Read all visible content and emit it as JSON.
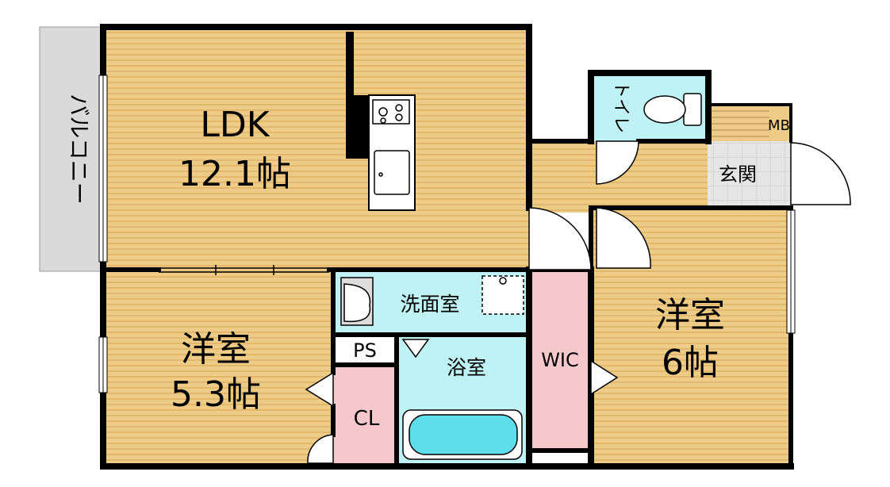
{
  "rooms": {
    "ldk": {
      "name": "LDK",
      "size": "12.1帖"
    },
    "western_left": {
      "name": "洋室",
      "size": "5.3帖"
    },
    "western_right": {
      "name": "洋室",
      "size": "6帖"
    },
    "washroom": {
      "name": "洗面室"
    },
    "bathroom": {
      "name": "浴室"
    },
    "wic": {
      "name": "WIC"
    },
    "ps": {
      "name": "PS"
    },
    "closet": {
      "name": "CL"
    },
    "toilet": {
      "name": "トイレ"
    },
    "entrance": {
      "name": "玄関"
    },
    "mb": {
      "name": "MB"
    },
    "balcony": {
      "name": "バルコニー"
    }
  },
  "colors": {
    "wood_floor": "#EECB86",
    "wood_stripe": "#E2B96C",
    "water_area": "#BFF2F4",
    "storage": "#F5C9CB",
    "balcony": "#DADADA",
    "tile": "#E6E6E6",
    "wall": "#000000",
    "bathtub": "#5EDDEA"
  }
}
